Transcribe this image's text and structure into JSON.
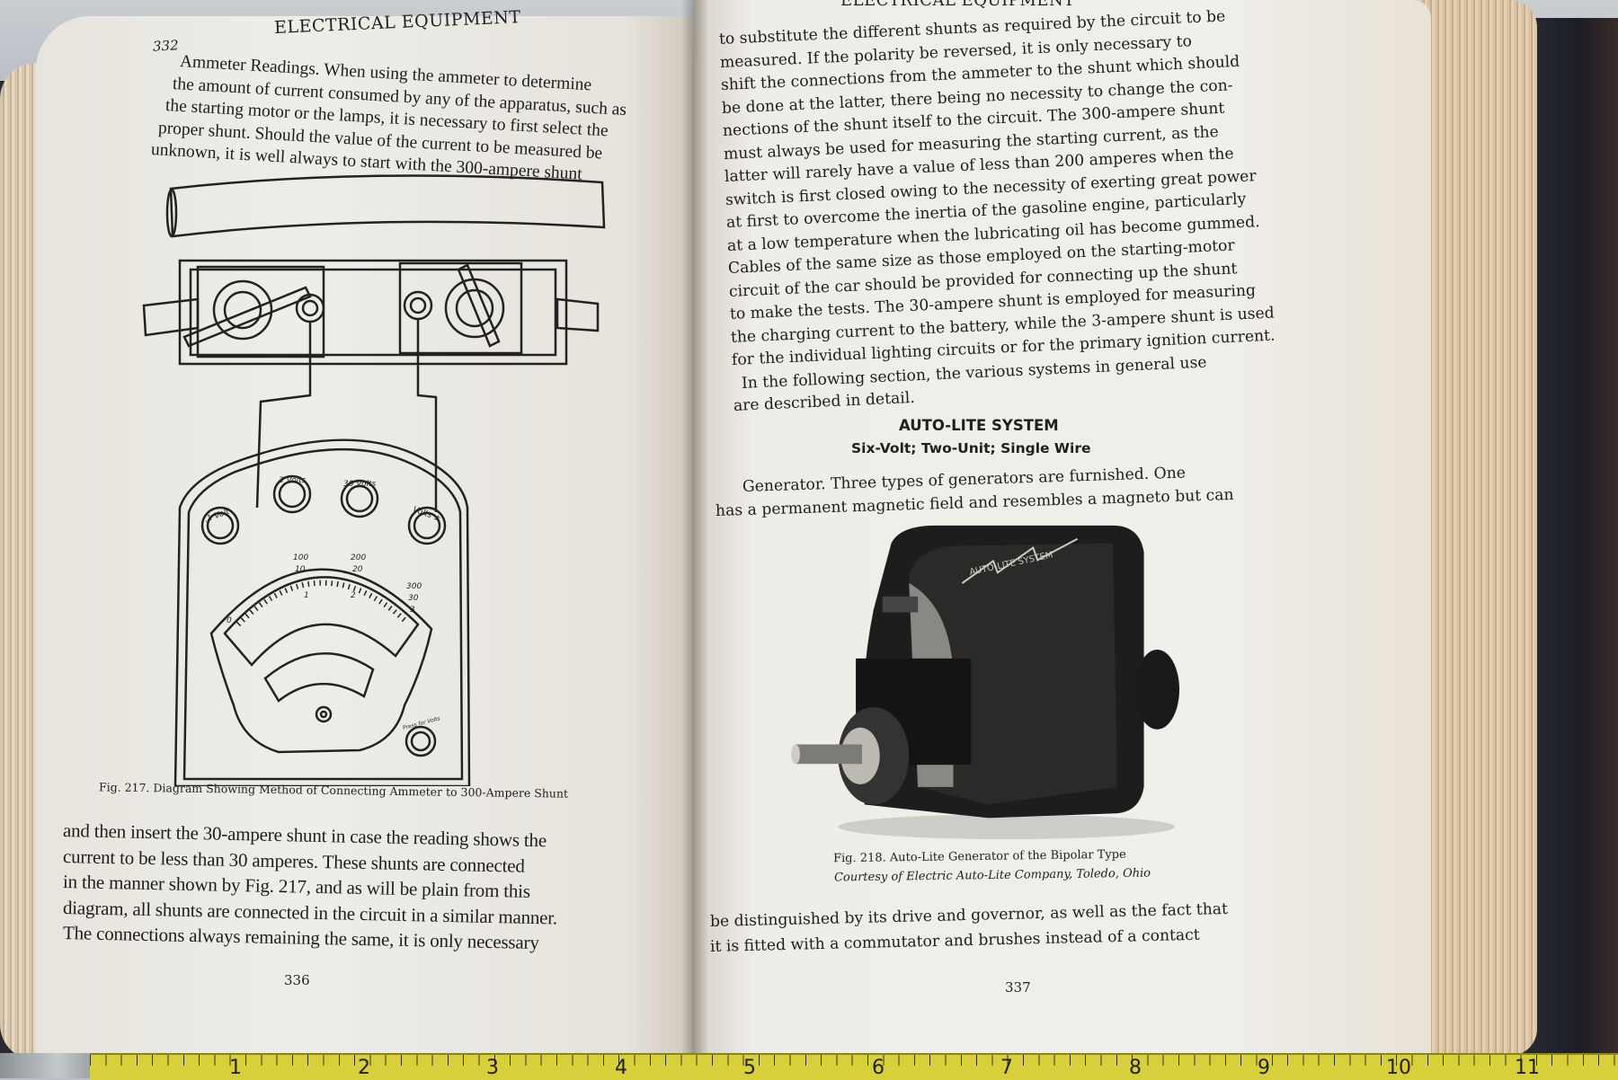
{
  "left_page": {
    "running_header": "ELECTRICAL EQUIPMENT",
    "header_page_number": "332",
    "top_paragraph": [
      "Ammeter Readings. When using the ammeter to determine",
      "the amount of current consumed by any of the apparatus, such as",
      "the starting motor or the lamps, it is necessary to first select the",
      "proper shunt. Should the value of the current to be measured be",
      "unknown, it is well always to start with the 300-ampere shunt"
    ],
    "meter_labels": {
      "terminal_1": ".1 Volt",
      "terminal_2": "3 Volts",
      "terminal_3": "30 Volts",
      "terminal_4": "Volts ±",
      "scale_100": "100",
      "scale_200": "200",
      "scale_300": "300",
      "scale_10": "10",
      "scale_20": "20",
      "scale_30": "30",
      "scale_1": "1",
      "scale_2": "2",
      "scale_3": "3",
      "scale_0": "0",
      "button": "Press for Volts"
    },
    "figure_caption": "Fig. 217. Diagram Showing Method of Connecting Ammeter to 300-Ampere Shunt",
    "bottom_paragraph": [
      "and then insert the 30-ampere shunt in case the reading shows the",
      "current to be less than 30 amperes. These shunts are connected",
      "in the manner shown by Fig. 217, and as will be plain from this",
      "diagram, all shunts are connected in the circuit in a similar manner.",
      "The connections always remaining the same, it is only necessary"
    ],
    "page_number": "336"
  },
  "right_page": {
    "running_header": "ELECTRICAL EQUIPMENT",
    "top_paragraph": [
      "to substitute the different shunts as required by the circuit to be",
      "measured. If the polarity be reversed, it is only necessary to",
      "shift the connections from the ammeter to the shunt which should",
      "be done at the latter, there being no necessity to change the con-",
      "nections of the shunt itself to the circuit. The 300-ampere shunt",
      "must always be used for measuring the starting current, as the",
      "latter will rarely have a value of less than 200 amperes when the",
      "switch is first closed owing to the necessity of exerting great power",
      "at first to overcome the inertia of the gasoline engine, particularly",
      "at a low temperature when the lubricating oil has become gummed.",
      "Cables of the same size as those employed on the starting-motor",
      "circuit of the car should be provided for connecting up the shunt",
      "to make the tests. The 30-ampere shunt is employed for measuring",
      "the charging current to the battery, while the 3-ampere shunt is used",
      "for the individual lighting circuits or for the primary ignition current.",
      "In the following section, the various systems in general use",
      "are described in detail."
    ],
    "section_heading": "AUTO-LITE SYSTEM",
    "section_subheading": "Six-Volt; Two-Unit; Single Wire",
    "generator_paragraph": [
      "Generator. Three types of generators are furnished. One",
      "has a permanent magnetic field and resembles a magneto but can"
    ],
    "generator_nameplate": "AUTO-LITE SYSTEM",
    "figure_caption": "Fig. 218. Auto-Lite Generator of the Bipolar Type",
    "figure_credit": "Courtesy of Electric Auto-Lite Company, Toledo, Ohio",
    "bottom_paragraph": [
      "be distinguished by its drive and governor, as well as the fact that",
      "it is fitted with a commutator and brushes instead of a contact"
    ],
    "page_number": "337"
  },
  "ruler": {
    "numbers": [
      "1",
      "2",
      "3",
      "4",
      "5",
      "6",
      "7",
      "8",
      "9",
      "10",
      "11"
    ],
    "color": "#d8d03a"
  }
}
